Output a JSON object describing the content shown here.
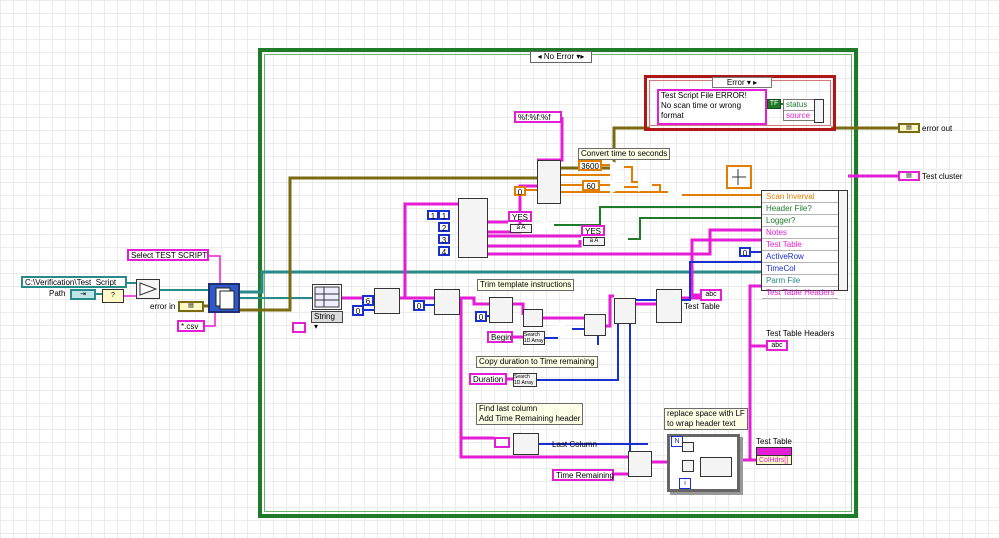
{
  "case_structures": {
    "outer_selector": "No Error",
    "error_selector": "Error",
    "error_message": "Test Script File ERROR!\nNo scan time or wrong\nformat"
  },
  "constants": {
    "script_path": "C:\\Verification\\Test_Script",
    "path_label": "Path",
    "select_prompt": "Select TEST SCRIPT",
    "file_filter": "*.csv",
    "time_format": "%f:%f:%f",
    "num_zero_a": "0",
    "num_6": "6",
    "num_zero_b": "0",
    "num_zero_c": "0",
    "num_3600": "3600",
    "num_60": "60",
    "num_zero_d": "0",
    "index_1": "1",
    "index_2": "2",
    "index_3": "3",
    "index_4": "4",
    "yes_a": "YES",
    "yes_b": "YES",
    "begin": "Begin",
    "duration": "Duration",
    "time_remaining": "Time Remaining",
    "num_zero_e": "0",
    "string_type": "String",
    "search_array": "Search 1D Array",
    "n_label": "N",
    "i_label": "i",
    "bool_t": "TF",
    "abc": "abc"
  },
  "comments": {
    "convert_time": "Convert time to seconds",
    "trim_template": "Trim template instructions",
    "copy_duration": "Copy duration to Time remaining",
    "find_last_column": "Find last column\nAdd Time Remaining header",
    "replace_space": "replace space with LF\nto wrap header text"
  },
  "labels": {
    "error_in": "error in",
    "error_out": "error out",
    "test_cluster": "Test cluster",
    "test_table": "Test Table",
    "test_table_headers": "Test Table Headers",
    "last_column": "Last Column",
    "test_table_ind": "Test Table",
    "col_hdrs": "ColHdrs[]",
    "status": "status",
    "source": "source"
  },
  "bundle_by_name": [
    {
      "label": "Scan Inverval",
      "color": "#e37f00"
    },
    {
      "label": "Header File?",
      "color": "#1f7a2a"
    },
    {
      "label": "Logger?",
      "color": "#1f7a2a"
    },
    {
      "label": "Notes",
      "color": "#e51ed5"
    },
    {
      "label": "Test Table",
      "color": "#e51ed5"
    },
    {
      "label": "ActiveRow",
      "color": "#1a2fd0"
    },
    {
      "label": "TimeCol",
      "color": "#1a2fd0"
    },
    {
      "label": "Parm File",
      "color": "#2a8a8a"
    },
    {
      "label": "Test Table Headers",
      "color": "#e51ed5"
    }
  ],
  "colors": {
    "string_wire": "#e51ed5",
    "numeric_int_wire": "#1a2fd0",
    "numeric_dbl_wire": "#e37f00",
    "boolean_wire": "#1f7a2a",
    "error_wire": "#7a6a10",
    "path_wire": "#2a8a8a",
    "case_border": "#1f7a2a",
    "error_case_border": "#b01818"
  }
}
